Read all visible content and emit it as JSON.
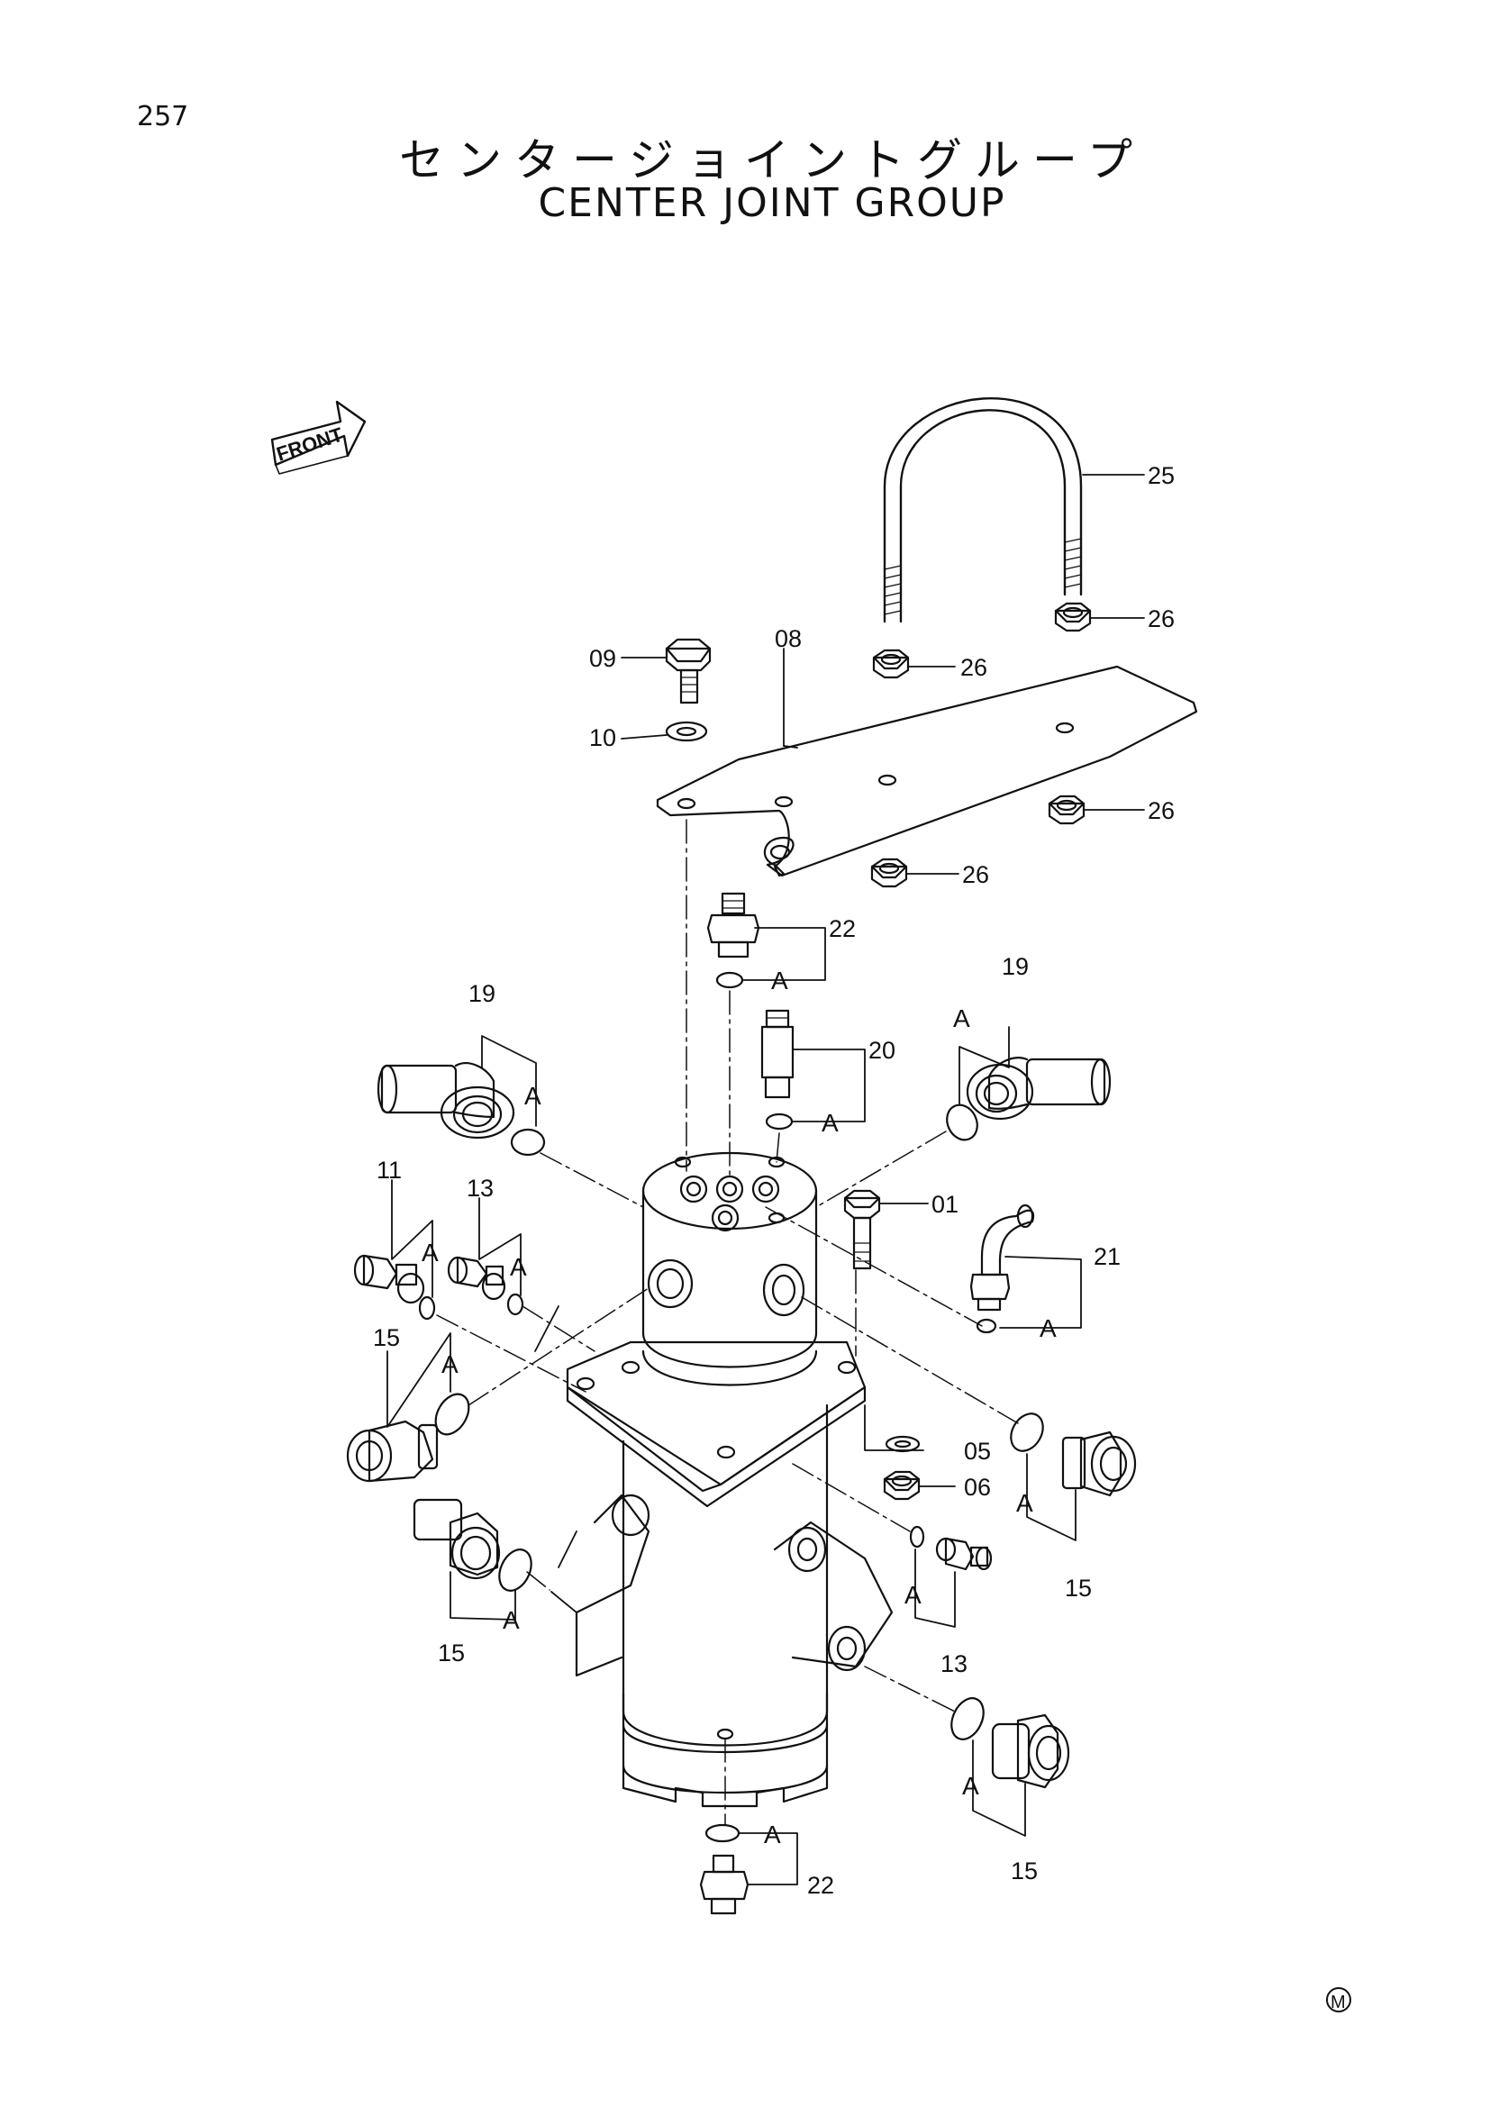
{
  "page_number": "257",
  "title_jp": "センタージョイントグループ",
  "title_en": "CENTER JOINT GROUP",
  "front_arrow": "FRONT",
  "mark": "M",
  "callouts": {
    "c01": "01",
    "c05": "05",
    "c06": "06",
    "c08": "08",
    "c09": "09",
    "c10": "10",
    "c11": "11",
    "c13a": "13",
    "c13b": "13",
    "c15a": "15",
    "c15b": "15",
    "c15c": "15",
    "c15d": "15",
    "c19a": "19",
    "c19b": "19",
    "c20": "20",
    "c21": "21",
    "c22a": "22",
    "c22b": "22",
    "c25": "25",
    "c26a": "26",
    "c26b": "26",
    "c26c": "26",
    "c26d": "26"
  },
  "seal_label": "A"
}
